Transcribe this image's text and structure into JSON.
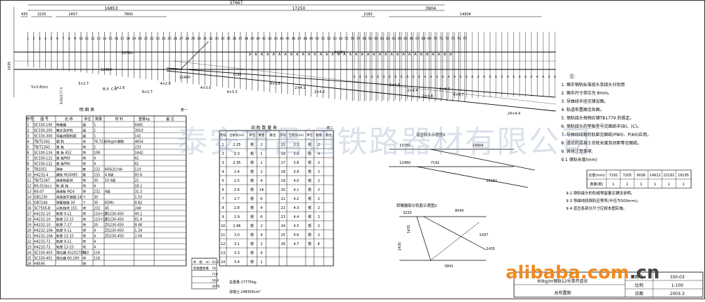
{
  "header": {
    "dims_top": [
      "37667"
    ],
    "dims_row2": [
      "16853",
      "17250",
      "3904"
    ],
    "dims_row3": [
      "430",
      "3220",
      "2457",
      "7800",
      "2182",
      "14904"
    ],
    "side_dim": "1435",
    "ties_left": "5×2.6(m)",
    "ties_right": "24×4.4",
    "left_group": [
      "3×2.7",
      "2×2.6",
      "6×2.7",
      "4×2.8",
      "4×3.0",
      "4×3.3",
      "4×3.8",
      "2×4.1",
      "2×4.2",
      "2×4.3",
      "2×4.4",
      "2×4.6",
      "2×4.7",
      "4×4.7"
    ],
    "dim_codes": [
      "15780",
      "12480",
      "7192",
      "22191",
      "12480",
      "R350177.5"
    ],
    "label_b": "B:3",
    "label_c": "C:3"
  },
  "left_table": {
    "title": "明 细 表",
    "note": "表一",
    "headers": [
      "序号",
      "图 号",
      "名 称",
      "单位",
      "数量",
      "材 料",
      "重量kg",
      "备 注"
    ],
    "rows": [
      [
        "1",
        "SC330-100",
        "转辙器",
        "组",
        "1",
        "",
        "6481",
        ""
      ],
      [
        "2",
        "SC330-200",
        "辙叉及护轨",
        "组",
        "1",
        "",
        "3910",
        ""
      ],
      [
        "3",
        "SC330-300",
        "导曲线配轨图",
        "组",
        "1",
        "",
        "141",
        ""
      ],
      [
        "4",
        "TB/T2341",
        "钢 轨",
        "米",
        "76.721",
        "60kg/m钢轨",
        "4654",
        ""
      ],
      [
        "5",
        "TB/T2343",
        "垫 板",
        "块",
        "1",
        "",
        "233",
        ""
      ],
      [
        "6",
        "SC330-134",
        "垫 板 452",
        "块",
        "108",
        "",
        "1642",
        ""
      ],
      [
        "7",
        "SC330-121",
        "垫 板P60",
        "块",
        "4",
        "",
        "61",
        ""
      ],
      [
        "8",
        "SC330-122",
        "垫 板P80",
        "块",
        "4",
        "",
        "61",
        ""
      ],
      [
        "9",
        "TB3351",
        "弹条",
        "套",
        "232",
        "60Si2CrVA",
        "110",
        ""
      ],
      [
        "10",
        "H4232-4",
        "螺栓 M24X65",
        "套",
        "232",
        "4.8级",
        "83.8",
        ""
      ],
      [
        "11",
        "TB/T2347",
        "绝缘轨距块",
        "块",
        "30",
        "10.9级",
        "21",
        ""
      ],
      [
        "12",
        "NS-01(b)-c",
        "轨 距 挡",
        "块",
        "4",
        "",
        "18.1",
        ""
      ],
      [
        "13",
        "NS-07",
        "绝缘板 M24",
        "块",
        "232",
        "4级",
        "31.3",
        ""
      ],
      [
        "14",
        "GB1230",
        "高强度平垫圈 24",
        "个",
        "30",
        "",
        "1.53",
        ""
      ],
      [
        "15",
        "GB7244",
        "弹簧垫圈 30",
        "个",
        "30",
        "65Mn",
        "8.82",
        ""
      ],
      [
        "16",
        "SC7505-B",
        "尖轨挡块 155",
        "块",
        "232",
        "45",
        "248",
        ""
      ],
      [
        "17",
        "H4232-10",
        "轨撑 9-11",
        "块",
        "110+10",
        "ZG230-450",
        "40.2",
        ""
      ],
      [
        "18",
        "H4232-10",
        "轨撑 13-15",
        "块",
        "110+10",
        "ZG230-450",
        "61.4",
        ""
      ],
      [
        "19",
        "H4232-10",
        "轨撑 7-17",
        "块",
        "20",
        "ZG230-450",
        "8.48",
        ""
      ],
      [
        "20",
        "H4232-10A",
        "轨撑 9-11",
        "块",
        "4",
        "ZG230-450",
        "1.34",
        ""
      ],
      [
        "21",
        "H4232-10A",
        "轨撑 13-15",
        "块",
        "4",
        "ZG230-450",
        "2.04",
        ""
      ],
      [
        "22",
        "H4232-72",
        "轨撑 9-11",
        "块",
        "4",
        "",
        "",
        ""
      ],
      [
        "23",
        "H4232-72",
        "轨撑 13-15",
        "块",
        "4",
        "",
        "",
        ""
      ],
      [
        "24",
        "SC330-403",
        "限位器 452X175X10",
        "块",
        "116",
        "",
        "",
        ""
      ],
      [
        "25",
        "SC330-401",
        "限位器 60-190",
        "块",
        "116",
        "",
        "",
        ""
      ],
      [
        "26",
        "H8595",
        "",
        "块",
        "",
        "",
        "",
        ""
      ]
    ],
    "side_box": {
      "rows": [
        [
          "木",
          "枕",
          "m³",
          "41.2"
        ],
        [
          "混凝土",
          "岔枕",
          "根",
          "74"
        ],
        [
          "",
          "",
          "",
          "710"
        ],
        [
          "",
          "",
          "",
          "59.4"
        ],
        [
          "",
          "",
          "",
          "3076"
        ]
      ]
    },
    "summary": [
      "总重量:17775kg.",
      "混凝土:248300cm³"
    ]
  },
  "mid_table": {
    "title": "岔 枕 数 量 表",
    "note": "表二",
    "headers": [
      "序号",
      "岔枕长(m)",
      "单位",
      "数量",
      "备注",
      "序号",
      "岔枕长(m)",
      "单位",
      "数量",
      "备注"
    ],
    "left": [
      [
        "1",
        "2.25",
        "根",
        "2",
        ""
      ],
      [
        "2",
        "2.3",
        "根",
        "1",
        ""
      ],
      [
        "3",
        "2.35",
        "根",
        "1",
        ""
      ],
      [
        "4",
        "2.4",
        "根",
        "2",
        ""
      ],
      [
        "5",
        "2.5",
        "根",
        "4",
        ""
      ],
      [
        "6",
        "2.6",
        "根",
        "14",
        ""
      ],
      [
        "7",
        "2.7",
        "根",
        "6",
        ""
      ],
      [
        "8",
        "2.8",
        "根",
        "4",
        ""
      ],
      [
        "9",
        "2.9",
        "根",
        "6",
        ""
      ],
      [
        "10",
        "2.96",
        "根",
        "2",
        ""
      ],
      [
        "11",
        "3.0",
        "根",
        "4",
        ""
      ],
      [
        "12",
        "3.1",
        "根",
        "2",
        ""
      ],
      [
        "13",
        "3.3",
        "根",
        "4",
        ""
      ],
      [
        "14",
        "3.4",
        "根",
        "1",
        ""
      ]
    ],
    "right": [
      [
        "15",
        "3.5",
        "根",
        "2",
        ""
      ],
      [
        "16",
        "3.6",
        "根",
        "4",
        ""
      ],
      [
        "17",
        "3.8",
        "根",
        "2",
        ""
      ],
      [
        "18",
        "3.9",
        "根",
        "2",
        ""
      ],
      [
        "19",
        "4.0",
        "根",
        "2",
        ""
      ],
      [
        "20",
        "4.1",
        "根",
        "2",
        ""
      ],
      [
        "21",
        "4.2",
        "根",
        "2",
        ""
      ],
      [
        "22",
        "4.3",
        "根",
        "2",
        ""
      ],
      [
        "23",
        "4.4",
        "根",
        "2",
        ""
      ],
      [
        "24",
        "4.5",
        "根",
        "2",
        ""
      ],
      [
        "25",
        "4.6",
        "根",
        "2",
        ""
      ],
      [
        "26",
        "4.7",
        "根",
        "6",
        ""
      ]
    ]
  },
  "sketch1": {
    "title": "道岔轨头示意图1",
    "dims": [
      "15780",
      "14904",
      "12480",
      "7192",
      "22191"
    ]
  },
  "sketch2": {
    "title": "转辙器部分轨距示意图2",
    "dims": [
      "3220",
      "1431",
      "1435",
      "5841",
      "8040",
      "1437",
      "1435"
    ]
  },
  "notes": {
    "heading": "注:",
    "items": [
      "1. 图中钢轨标准接头及接头分别用",
      "2. 图中尺寸单位为 8mm。",
      "3. 导曲线半径见铺设图。",
      "4. 轨道布置图见各图。",
      "5. 钢轨接头每侧应铺TB1779 的规定。",
      "6. 钢轨接头的垫板型号见图纸中(B)、(C)。",
      "7. 导曲线线路的轨距见图纸(P80)、P(60)应用。",
      "8. 道岔的混凝土岔枕长度及间距等见图纸。",
      "9. 其他注意事项:",
      "9.1 钢轨长度(mm)"
    ],
    "len_table": {
      "headers": [
        "长度(mm)",
        "7192",
        "7205",
        "9026",
        "14912",
        "22191",
        "16195"
      ],
      "row": [
        "数量(根)",
        "1",
        "1",
        "1",
        "1",
        "1",
        "1"
      ]
    },
    "tail": [
      "9.2 钢轨接头的轨缝预留量见铺设说明。",
      "9.3 导曲线段钢轨应预弯(半径为500mm)。",
      "9.4 道岔各部分尺寸应按本图实施。"
    ]
  },
  "title_block": {
    "line1": "60kg/m钢轨12号单开道岔",
    "line2": "总布置图",
    "sheet_label": "图号",
    "sheet_no": "330-03",
    "scale_label": "比例",
    "scale": "1:100",
    "date_label": "日期",
    "date": "2003.3"
  },
  "watermark": "泰安市昌通铁路器材有限公司",
  "site": {
    "brand": "alibaba",
    "dot": ".com",
    "cn": ".cn"
  }
}
